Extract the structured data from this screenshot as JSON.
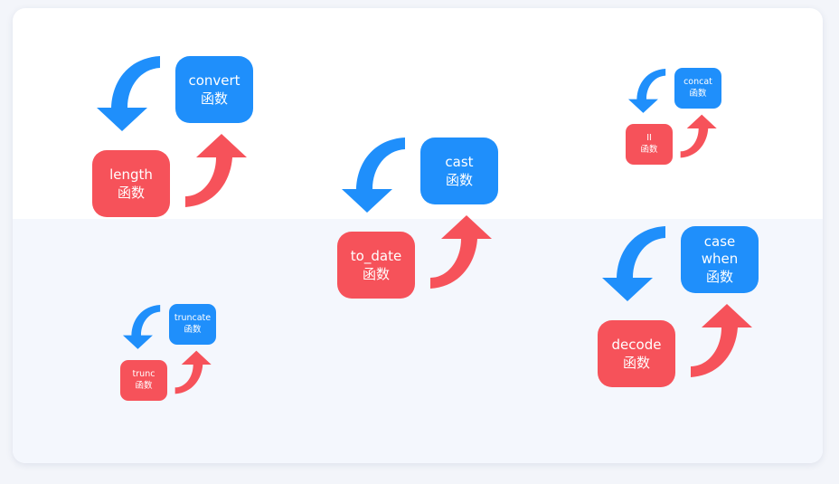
{
  "colors": {
    "blue": "#1f8ffb",
    "red": "#f6525a",
    "card": "#ffffff",
    "band": "#f4f7fd",
    "background": "#f3f5fa"
  },
  "groups": [
    {
      "id": "convert-length",
      "blue": [
        "convert",
        "函数"
      ],
      "red": [
        "length",
        "函数"
      ]
    },
    {
      "id": "cast-to-date",
      "blue": [
        "cast",
        "函数"
      ],
      "red": [
        "to_date",
        "函数"
      ]
    },
    {
      "id": "concat-pipes",
      "blue": [
        "concat",
        "函数"
      ],
      "red": [
        "II",
        "函数"
      ]
    },
    {
      "id": "truncate-trunc",
      "blue": [
        "truncate",
        "函数"
      ],
      "red": [
        "trunc",
        "函数"
      ]
    },
    {
      "id": "case-when-decode",
      "blue": [
        "case",
        "when",
        "函数"
      ],
      "red": [
        "decode",
        "函数"
      ]
    }
  ]
}
